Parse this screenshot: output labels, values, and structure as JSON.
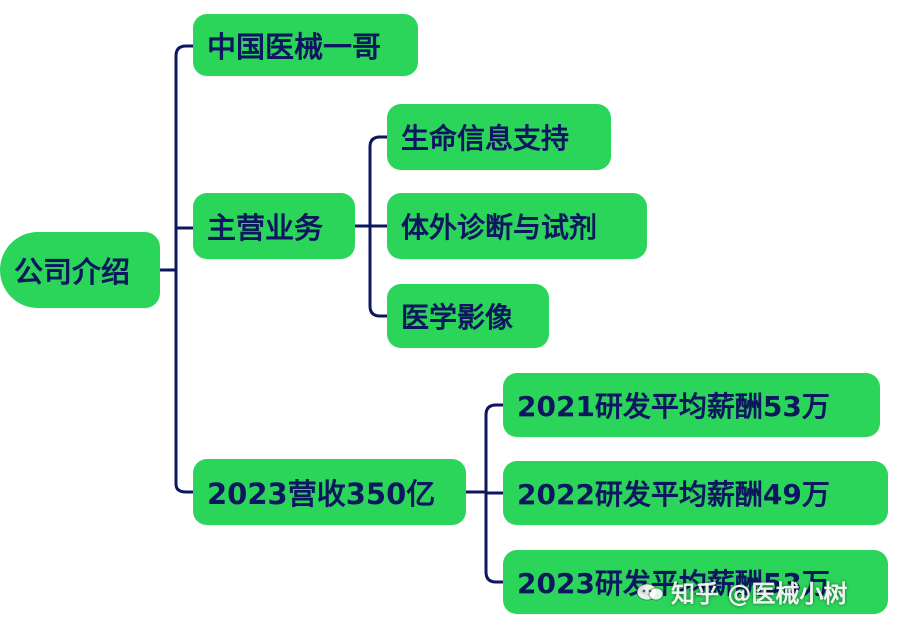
{
  "root": {
    "label": "公司介绍"
  },
  "branches": [
    {
      "label": "中国医械一哥",
      "children": []
    },
    {
      "label": "主营业务",
      "children": [
        "生命信息支持",
        "体外诊断与试剂",
        "医学影像"
      ]
    },
    {
      "label": "2023营收350亿",
      "children": [
        "2021研发平均薪酬53万",
        "2022研发平均薪酬49万",
        "2023研发平均薪酬53万"
      ]
    }
  ],
  "watermark": {
    "text": "知乎 @医械小树",
    "icon": "zhihu-logo-icon"
  },
  "colors": {
    "node_fill": "#2bd55a",
    "node_text": "#0d1760",
    "connector": "#0d1760",
    "background": "#ffffff"
  }
}
